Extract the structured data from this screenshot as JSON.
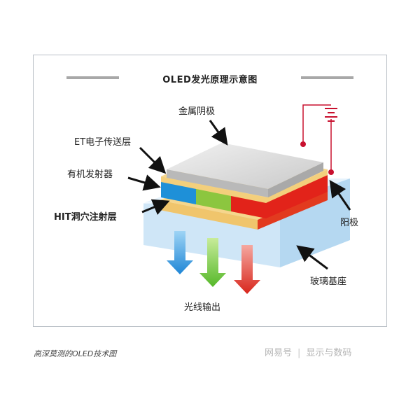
{
  "diagram": {
    "title": "OLED发光原理示意图",
    "labels": {
      "cathode": "金属阴极",
      "et_layer": "ET电子传送层",
      "emitter": "有机发射器",
      "hit_layer": "HIT洞穴注射层",
      "anode": "阳极",
      "glass": "玻璃基座",
      "light_out": "光线输出"
    },
    "colors": {
      "cathode": "#d9d9d9",
      "et_layer": "#f6d68c",
      "emitter_blue": "#1e90d8",
      "emitter_green": "#8cc63f",
      "emitter_red": "#e2231a",
      "glass": "#cfe6f7",
      "wire": "#c8102e"
    }
  },
  "caption": "高深莫测的OLED技术图",
  "watermark": {
    "source": "网易号",
    "channel": "显示与数码"
  }
}
